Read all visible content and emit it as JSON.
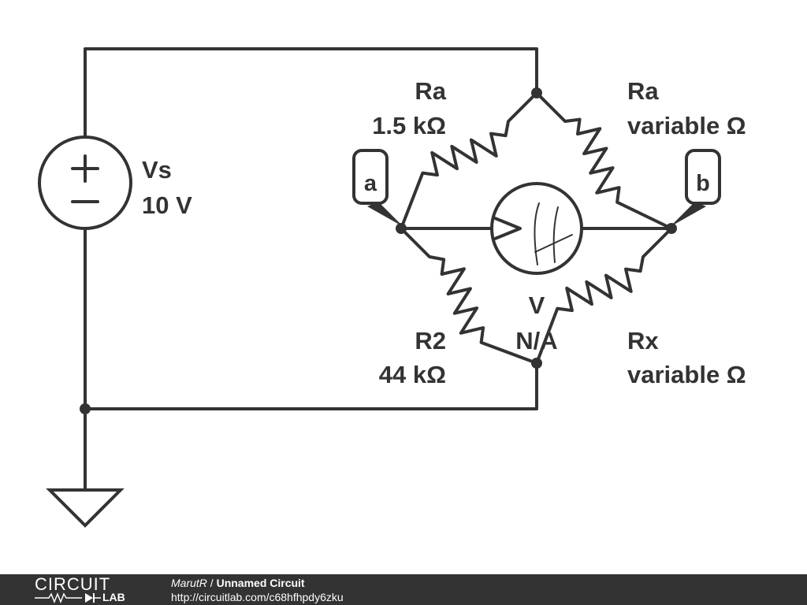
{
  "schematic": {
    "source": {
      "name": "Vs",
      "value": "10 V"
    },
    "resistor_top_left": {
      "name": "Ra",
      "value": "1.5 kΩ"
    },
    "resistor_top_right": {
      "name": "Ra",
      "value": "variable Ω"
    },
    "resistor_bottom_left": {
      "name": "R2",
      "value": "44 kΩ"
    },
    "resistor_bottom_right": {
      "name": "Rx",
      "value": "variable Ω"
    },
    "voltmeter": {
      "name": "V",
      "value": "N/A"
    },
    "node_label_left": "a",
    "node_label_right": "b"
  },
  "footer": {
    "logo_top": "CIRCUIT",
    "logo_bottom": "LAB",
    "author": "MarutR",
    "separator": " / ",
    "circuit_name": "Unnamed Circuit",
    "url": "http://circuitlab.com/c68hfhpdy6zku"
  }
}
